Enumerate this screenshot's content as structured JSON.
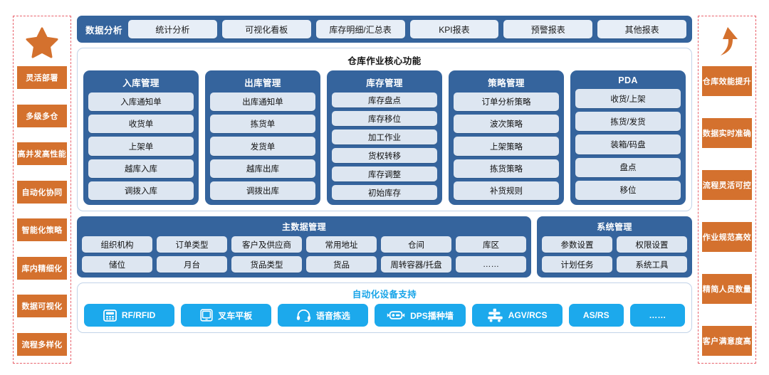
{
  "left_sidebar": {
    "icon": "star-icon",
    "items": [
      {
        "label": "灵活部署"
      },
      {
        "label": "多级多仓"
      },
      {
        "label": "高并发高性能"
      },
      {
        "label": "自动化协同"
      },
      {
        "label": "智能化策略"
      },
      {
        "label": "库内精细化"
      },
      {
        "label": "数据可视化"
      },
      {
        "label": "流程多样化"
      }
    ]
  },
  "right_sidebar": {
    "icon": "up-arrow-icon",
    "items": [
      {
        "label": "仓库效能提升"
      },
      {
        "label": "数据实时准确"
      },
      {
        "label": "流程灵活可控"
      },
      {
        "label": "作业规范高效"
      },
      {
        "label": "精简人员数量"
      },
      {
        "label": "客户满意度高"
      }
    ]
  },
  "topbar": {
    "label": "数据分析",
    "buttons": [
      {
        "label": "统计分析"
      },
      {
        "label": "可视化看板"
      },
      {
        "label": "库存明细/汇总表"
      },
      {
        "label": "KPI报表"
      },
      {
        "label": "预警报表"
      },
      {
        "label": "其他报表"
      }
    ]
  },
  "core": {
    "title": "仓库作业核心功能",
    "columns": [
      {
        "title": "入库管理",
        "items": [
          {
            "label": "入库通知单"
          },
          {
            "label": "收货单"
          },
          {
            "label": "上架单"
          },
          {
            "label": "越库入库"
          },
          {
            "label": "调拨入库"
          }
        ]
      },
      {
        "title": "出库管理",
        "items": [
          {
            "label": "出库通知单"
          },
          {
            "label": "拣货单"
          },
          {
            "label": "发货单"
          },
          {
            "label": "越库出库"
          },
          {
            "label": "调拨出库"
          }
        ]
      },
      {
        "title": "库存管理",
        "items": [
          {
            "label": "库存盘点"
          },
          {
            "label": "库存移位"
          },
          {
            "label": "加工作业"
          },
          {
            "label": "货权转移"
          },
          {
            "label": "库存调整"
          },
          {
            "label": "初始库存"
          }
        ]
      },
      {
        "title": "策略管理",
        "items": [
          {
            "label": "订单分析策略"
          },
          {
            "label": "波次策略"
          },
          {
            "label": "上架策略"
          },
          {
            "label": "拣货策略"
          },
          {
            "label": "补货规则"
          }
        ]
      },
      {
        "title": "PDA",
        "items": [
          {
            "label": "收货/上架"
          },
          {
            "label": "拣货/发货"
          },
          {
            "label": "装箱/码盘"
          },
          {
            "label": "盘点"
          },
          {
            "label": "移位"
          }
        ]
      }
    ]
  },
  "master_data": {
    "title": "主数据管理",
    "rows": [
      [
        {
          "label": "组织机构"
        },
        {
          "label": "订单类型"
        },
        {
          "label": "客户及供应商"
        },
        {
          "label": "常用地址"
        },
        {
          "label": "仓间"
        },
        {
          "label": "库区"
        }
      ],
      [
        {
          "label": "储位"
        },
        {
          "label": "月台"
        },
        {
          "label": "货品类型"
        },
        {
          "label": "货品"
        },
        {
          "label": "周转容器/托盘"
        },
        {
          "label": "……"
        }
      ]
    ]
  },
  "system_mgmt": {
    "title": "系统管理",
    "rows": [
      [
        {
          "label": "参数设置"
        },
        {
          "label": "权限设置"
        }
      ],
      [
        {
          "label": "计划任务"
        },
        {
          "label": "系统工具"
        }
      ]
    ]
  },
  "automation": {
    "title": "自动化设备支持",
    "items": [
      {
        "label": "RF/RFID",
        "icon": "rf-scanner-icon",
        "size": "wide"
      },
      {
        "label": "叉车平板",
        "icon": "tablet-icon",
        "size": "wide"
      },
      {
        "label": "语音拣选",
        "icon": "headset-icon",
        "size": "wide"
      },
      {
        "label": "DPS播种墙",
        "icon": "dps-display-icon",
        "size": "wide"
      },
      {
        "label": "AGV/RCS",
        "icon": "agv-robot-icon",
        "size": "wide"
      },
      {
        "label": "AS/RS",
        "icon": "",
        "size": "narrow"
      },
      {
        "label": "……",
        "icon": "",
        "size": "narrow"
      }
    ]
  },
  "colors": {
    "panel_blue": "#35649d",
    "cell_blue": "#dde6f1",
    "accent_orange": "#d4712e",
    "accent_cyan": "#1ca9ec",
    "dashed_red": "#e8606a"
  }
}
